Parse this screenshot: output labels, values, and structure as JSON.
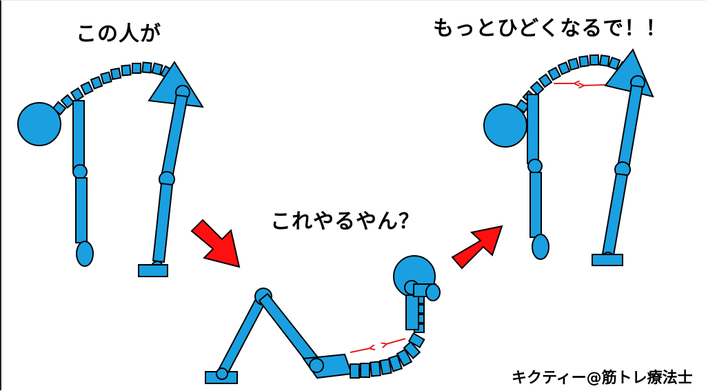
{
  "captions": {
    "first": "この人が",
    "second": "これやるやん？",
    "third": "もっとひどくなるで！！"
  },
  "credit": "キクティー@筋トレ療法士",
  "colors": {
    "bone_fill": "#1aa0e0",
    "outline": "#000000",
    "arrow_fill": "#ff1010",
    "tension_arrow": "#e0201a"
  }
}
